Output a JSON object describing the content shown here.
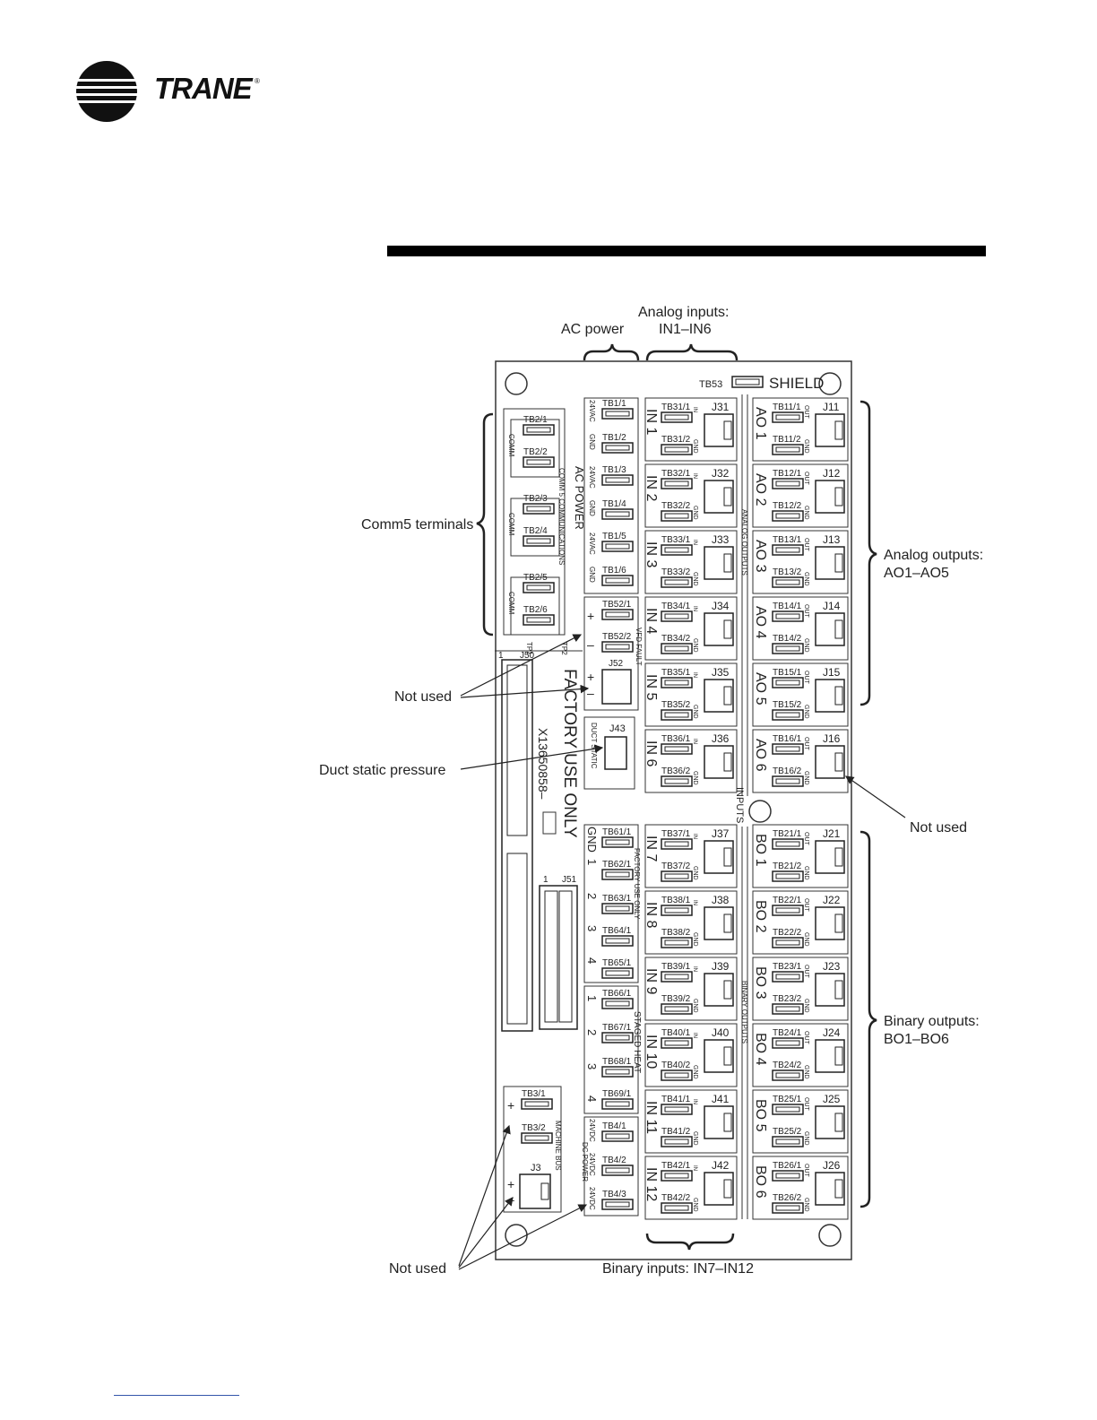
{
  "brand": {
    "name": "TRANE",
    "reg": "®"
  },
  "callouts": {
    "ac_power": "AC power",
    "analog_inputs_1": "Analog inputs:",
    "analog_inputs_2": "IN1–IN6",
    "comm5": "Comm5 terminals",
    "not_used_left": "Not used",
    "duct_static": "Duct static pressure",
    "analog_outputs_1": "Analog outputs:",
    "analog_outputs_2": "AO1–AO5",
    "not_used_right": "Not used",
    "binary_outputs_1": "Binary outputs:",
    "binary_outputs_2": "BO1–BO6",
    "not_used_bottom": "Not used",
    "binary_inputs": "Binary inputs: IN7–IN12"
  },
  "board": {
    "shield": "SHIELD",
    "tb53": "TB53",
    "comm_terminals": [
      "TB2/1",
      "TB2/2",
      "TB2/3",
      "TB2/4",
      "TB2/5",
      "TB2/6"
    ],
    "comm_pair_label": "COMM",
    "comm_section": "COMM 5 COMMUNICATIONS",
    "tp1": "TP1",
    "tp2": "TP2",
    "ac_terminals": [
      "TB1/1",
      "TB1/2",
      "TB1/3",
      "TB1/4",
      "TB1/5",
      "TB1/6"
    ],
    "ac_pair_labels": [
      "24VAC",
      "GND"
    ],
    "ac_power": "AC POWER",
    "vfd_terminals": [
      "TB52/1",
      "TB52/2"
    ],
    "plus": "+",
    "minus": "–",
    "j52": "J52",
    "vfd_fault": "VFD FAULT",
    "j50": "J50",
    "one": "1",
    "factory_use_only": "FACTORY USE ONLY",
    "part_number": "X13650858–",
    "j43": "J43",
    "duct_static": "DUCT STATIC",
    "factory_terminals": [
      "TB61/1",
      "TB62/1",
      "TB63/1",
      "TB64/1",
      "TB65/1"
    ],
    "factory_labels": [
      "GND",
      "1",
      "2",
      "3",
      "4"
    ],
    "factory_use": "FACTORY USE ONLY",
    "j51": "J51",
    "staged_terminals": [
      "TB66/1",
      "TB67/1",
      "TB68/1",
      "TB69/1"
    ],
    "staged_labels": [
      "1",
      "2",
      "3",
      "4"
    ],
    "staged_heat": "STAGED HEAT",
    "machine_bus_terminals": [
      "TB3/1",
      "TB3/2"
    ],
    "machine_bus": "MACHINE BUS",
    "j3": "J3",
    "dc_terminals": [
      "TB4/1",
      "TB4/2",
      "TB4/3"
    ],
    "dc_labels": [
      "24VDC",
      "24VDC",
      "24VDC"
    ],
    "dc_power": "DC POWER",
    "inputs_label": "INPUTS",
    "input_pin_labels": [
      "IN",
      "GND"
    ],
    "inputs": [
      {
        "label": "IN 1",
        "j": "J31",
        "tb": [
          "TB31/1",
          "TB31/2"
        ]
      },
      {
        "label": "IN 2",
        "j": "J32",
        "tb": [
          "TB32/1",
          "TB32/2"
        ]
      },
      {
        "label": "IN 3",
        "j": "J33",
        "tb": [
          "TB33/1",
          "TB33/2"
        ]
      },
      {
        "label": "IN 4",
        "j": "J34",
        "tb": [
          "TB34/1",
          "TB34/2"
        ]
      },
      {
        "label": "IN 5",
        "j": "J35",
        "tb": [
          "TB35/1",
          "TB35/2"
        ]
      },
      {
        "label": "IN 6",
        "j": "J36",
        "tb": [
          "TB36/1",
          "TB36/2"
        ]
      },
      {
        "label": "IN 7",
        "j": "J37",
        "tb": [
          "TB37/1",
          "TB37/2"
        ]
      },
      {
        "label": "IN 8",
        "j": "J38",
        "tb": [
          "TB38/1",
          "TB38/2"
        ]
      },
      {
        "label": "IN 9",
        "j": "J39",
        "tb": [
          "TB39/1",
          "TB39/2"
        ]
      },
      {
        "label": "IN 10",
        "j": "J40",
        "tb": [
          "TB40/1",
          "TB40/2"
        ]
      },
      {
        "label": "IN 11",
        "j": "J41",
        "tb": [
          "TB41/1",
          "TB41/2"
        ]
      },
      {
        "label": "IN 12",
        "j": "J42",
        "tb": [
          "TB42/1",
          "TB42/2"
        ]
      }
    ],
    "analog_outputs_label": "ANALOG OUTPUTS",
    "binary_outputs_label": "BINARY OUTPUTS",
    "output_pin_labels": [
      "OUT",
      "GND"
    ],
    "outputs": [
      {
        "label": "AO 1",
        "j": "J11",
        "tb": [
          "TB11/1",
          "TB11/2"
        ]
      },
      {
        "label": "AO 2",
        "j": "J12",
        "tb": [
          "TB12/1",
          "TB12/2"
        ]
      },
      {
        "label": "AO 3",
        "j": "J13",
        "tb": [
          "TB13/1",
          "TB13/2"
        ]
      },
      {
        "label": "AO 4",
        "j": "J14",
        "tb": [
          "TB14/1",
          "TB14/2"
        ]
      },
      {
        "label": "AO 5",
        "j": "J15",
        "tb": [
          "TB15/1",
          "TB15/2"
        ]
      },
      {
        "label": "AO 6",
        "j": "J16",
        "tb": [
          "TB16/1",
          "TB16/2"
        ]
      },
      {
        "label": "BO 1",
        "j": "J21",
        "tb": [
          "TB21/1",
          "TB21/2"
        ]
      },
      {
        "label": "BO 2",
        "j": "J22",
        "tb": [
          "TB22/1",
          "TB22/2"
        ]
      },
      {
        "label": "BO 3",
        "j": "J23",
        "tb": [
          "TB23/1",
          "TB23/2"
        ]
      },
      {
        "label": "BO 4",
        "j": "J24",
        "tb": [
          "TB24/1",
          "TB24/2"
        ]
      },
      {
        "label": "BO 5",
        "j": "J25",
        "tb": [
          "TB25/1",
          "TB25/2"
        ]
      },
      {
        "label": "BO 6",
        "j": "J26",
        "tb": [
          "TB26/1",
          "TB26/2"
        ]
      }
    ]
  }
}
